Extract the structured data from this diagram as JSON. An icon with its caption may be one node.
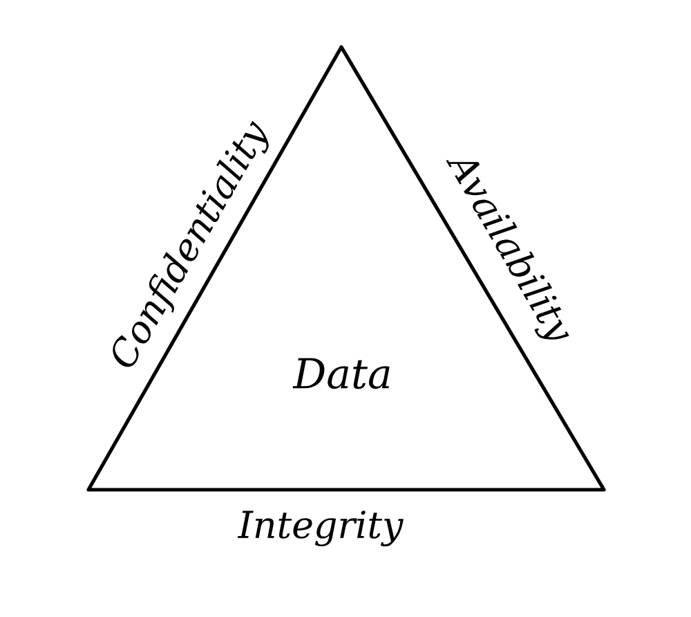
{
  "diagram": {
    "nodes": [
      {
        "text": [
          "Data"
        ]
      }
    ],
    "labels": [
      "Confidentiality",
      "Availability",
      "Integrity"
    ]
  }
}
